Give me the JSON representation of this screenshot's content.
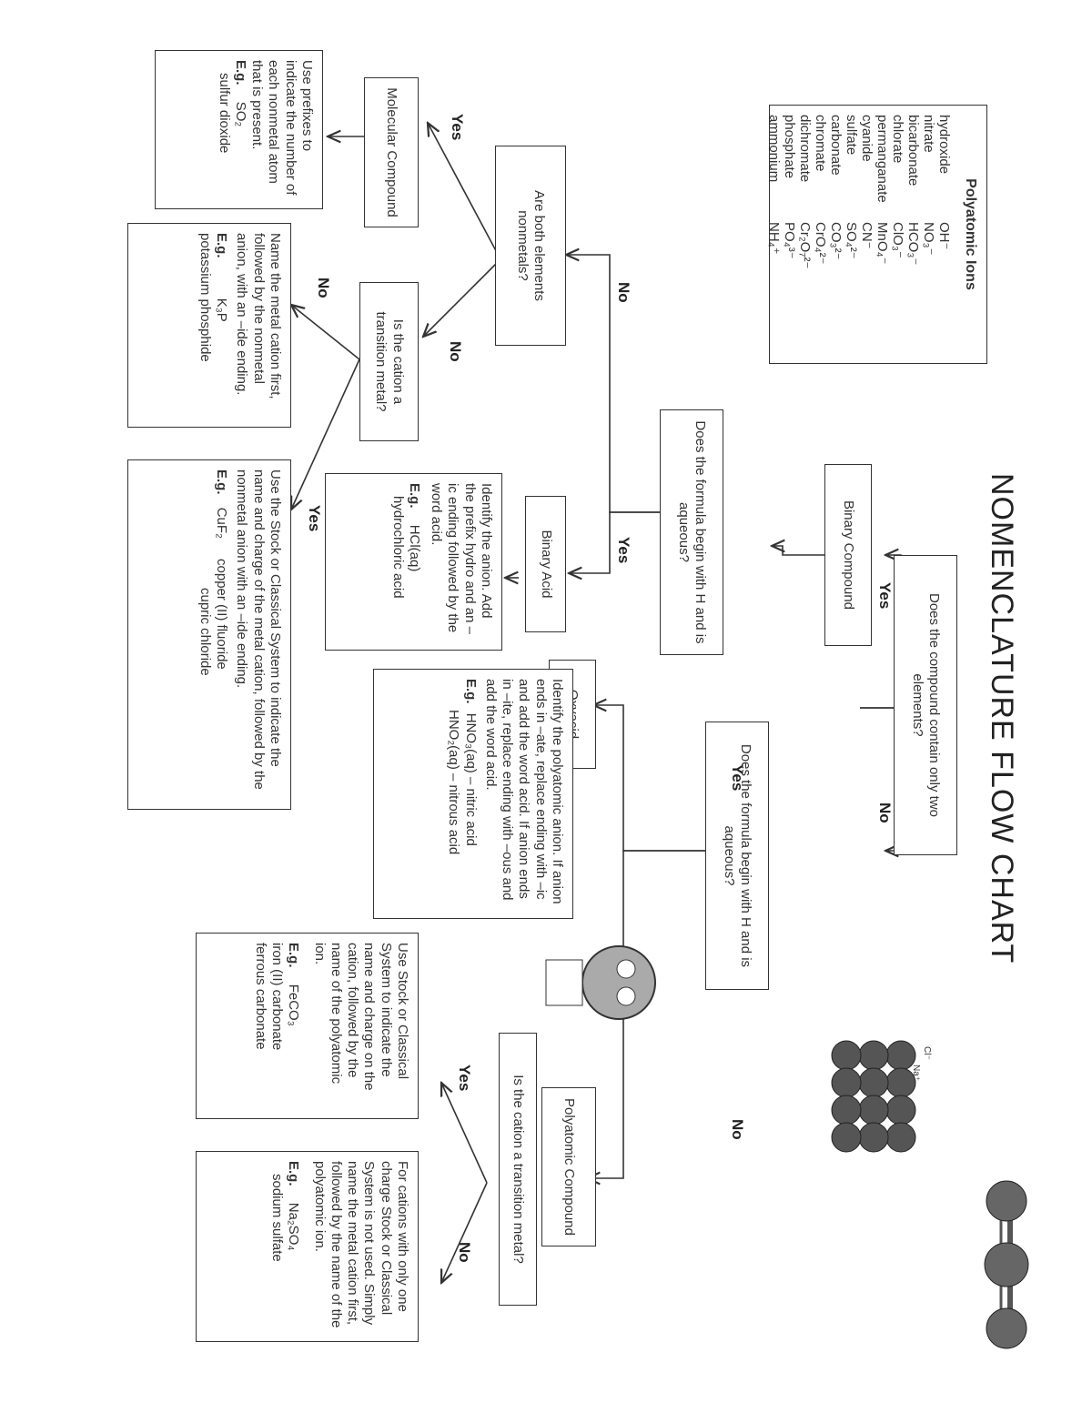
{
  "title": "NOMENCLATURE FLOW CHART",
  "ions": {
    "heading": "Polyatomic Ions",
    "rows": [
      {
        "name": "hydroxide",
        "formula": "OH⁻"
      },
      {
        "name": "nitrate",
        "formula": "NO₃⁻"
      },
      {
        "name": "bicarbonate",
        "formula": "HCO₃⁻"
      },
      {
        "name": "chlorate",
        "formula": "ClO₃⁻"
      },
      {
        "name": "permanganate",
        "formula": "MnO₄⁻"
      },
      {
        "name": "cyanide",
        "formula": "CN⁻"
      },
      {
        "name": "sulfate",
        "formula": "SO₄²⁻"
      },
      {
        "name": "carbonate",
        "formula": "CO₃²⁻"
      },
      {
        "name": "chromate",
        "formula": "CrO₄²⁻"
      },
      {
        "name": "dichromate",
        "formula": "Cr₂O₇²⁻"
      },
      {
        "name": "phosphate",
        "formula": "PO₄³⁻"
      },
      {
        "name": "ammonium",
        "formula": "NH₄⁺"
      }
    ]
  },
  "nodes": {
    "start": "Does the compound contain only two elements?",
    "binary_compound": "Binary Compound",
    "binary_h_aqueous": "Does the formula begin with H and is aqueous?",
    "poly_h_aqueous": "Does the formula begin with H and is aqueous?",
    "binary_acid": "Binary Acid",
    "binary_acid_rule": "Identify the anion. Add the prefix hydro and an –ic ending followed by the word acid.",
    "binary_acid_eg_label": "E.g.",
    "binary_acid_eg": "HCl(aq)",
    "binary_acid_eg_name": "hydrochloric acid",
    "both_nonmetals": "Are both elements nonmetals?",
    "molecular": "Molecular Compound",
    "molecular_rule": "Use prefixes to indicate the number of each nonmetal atom that is present.",
    "molecular_eg_label": "E.g.",
    "molecular_eg": "SO₂",
    "molecular_eg_name": "sulfur dioxide",
    "binary_transition": "Is the cation a transition metal?",
    "binary_ionic_rule": "Name the metal cation first, followed by the nonmetal anion, with an –ide ending.",
    "binary_ionic_eg_label": "E.g.",
    "binary_ionic_eg": "K₃P",
    "binary_ionic_eg_name": "potassium phosphide",
    "stock_rule": "Use the Stock or Classical System to indicate the name and charge of the metal cation, followed by the nonmetal anion with an –ide ending.",
    "stock_eg_label": "E.g.",
    "stock_eg": "CuF₂",
    "stock_eg_name1": "copper (II) fluoride",
    "stock_eg_name2": "cupric chloride",
    "oxyacid": "Oxyacid",
    "oxyacid_rule": "Identify the polyatomic anion. If anion ends in –ate, replace ending with –ic and add the word acid. If anion ends in –ite, replace ending with –ous and add the word acid.",
    "oxyacid_eg_label": "E.g.",
    "oxyacid_eg1": "HNO₃(aq) – nitric acid",
    "oxyacid_eg2": "HNO₂(aq) – nitrous acid",
    "polyatomic": "Polyatomic Compound",
    "poly_transition": "Is the cation a transition metal?",
    "poly_stock_rule": "Use Stock or Classical System to indicate the name and charge on the cation, followed by the name of the polyatomic ion.",
    "poly_stock_eg_label": "E.g.",
    "poly_stock_eg": "FeCO₃",
    "poly_stock_eg_name1": "iron (II) carbonate",
    "poly_stock_eg_name2": "ferrous carbonate",
    "poly_single_rule": "For cations with only one charge Stock or Classical System is not used. Simply name the metal cation first, followed by the name of the polyatomic ion.",
    "poly_single_eg_label": "E.g.",
    "poly_single_eg": "Na₂SO₄",
    "poly_single_eg_name": "sodium sulfate"
  },
  "labels": {
    "yes": "Yes",
    "no": "No"
  },
  "molecule_labels": {
    "cl": "Cl⁻",
    "na": "Na⁺"
  }
}
